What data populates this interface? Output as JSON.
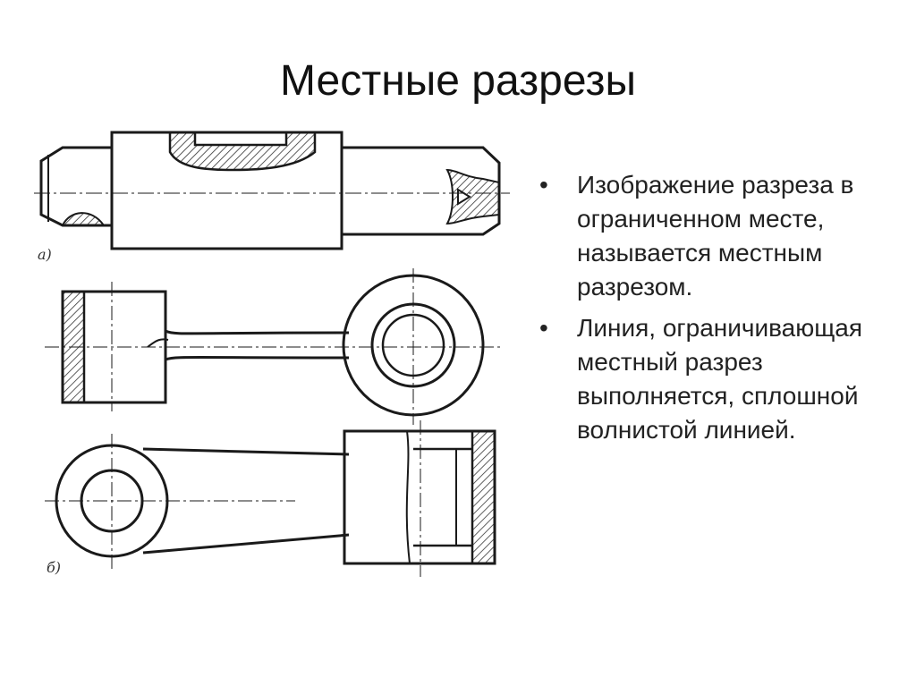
{
  "slide": {
    "title": "Местные разрезы",
    "bullets": [
      {
        "text": "Изображение разреза в ограниченном месте, называется местным разрезом."
      },
      {
        "text": " Линия, ограничивающая местный разрез выполняется, сплошной волнистой линией."
      }
    ]
  },
  "figure": {
    "label_a": "а)",
    "label_b": "б)",
    "line_color": "#1a1a1a",
    "hatch_color": "#333333"
  }
}
